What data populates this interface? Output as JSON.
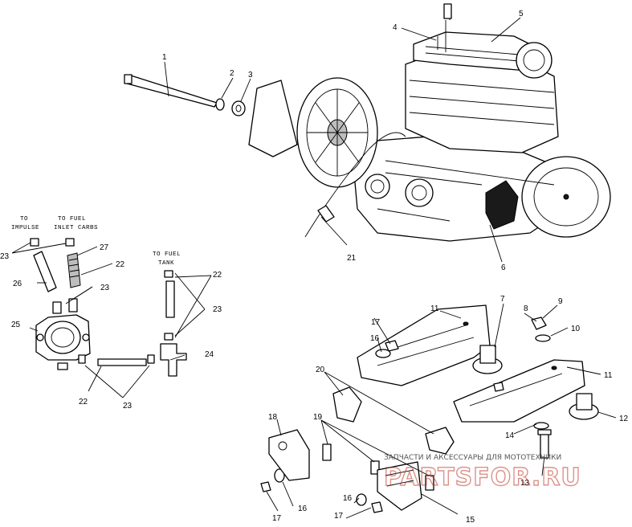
{
  "callouts": {
    "c1": "1",
    "c2": "2",
    "c3": "3",
    "c4": "4",
    "c5": "5",
    "c6": "6",
    "c7": "7",
    "c8": "8",
    "c9": "9",
    "c10": "10",
    "c11a": "11",
    "c11b": "11",
    "c12": "12",
    "c13": "13",
    "c14": "14",
    "c15": "15",
    "c16a": "16",
    "c16b": "16",
    "c16c": "16",
    "c17a": "17",
    "c17b": "17",
    "c17c": "17",
    "c18": "18",
    "c19": "19",
    "c20": "20",
    "c21": "21",
    "c22a": "22",
    "c22b": "22",
    "c22c": "22",
    "c23a": "23",
    "c23b": "23",
    "c23c": "23",
    "c23d": "23",
    "c24": "24",
    "c25": "25",
    "c26": "26",
    "c27": "27"
  },
  "notes": {
    "impulse_l1": "TO",
    "impulse_l2": "IMPULSE",
    "fuel_inlet_l1": "TO FUEL",
    "fuel_inlet_l2": "INLET CARBS",
    "fuel_tank_l1": "TO FUEL",
    "fuel_tank_l2": "TANK"
  },
  "watermark": {
    "tagline": "ЗАПЧАСТИ И АКСЕССУАРЫ ДЛЯ МОТОТЕХНИКИ",
    "logo": "PARTSFOR.RU",
    "color": "#c0392b"
  }
}
